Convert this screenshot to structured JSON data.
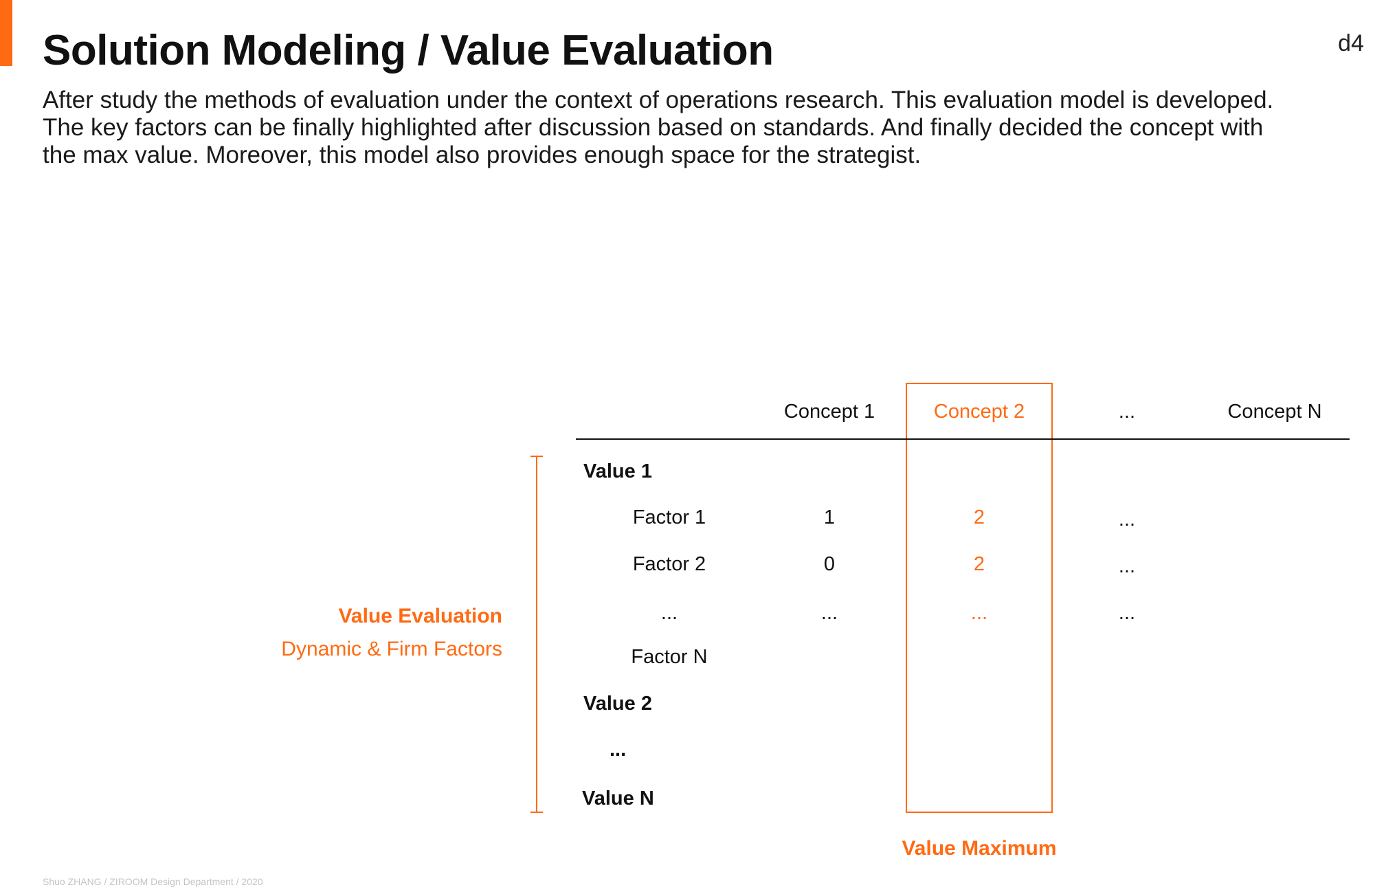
{
  "header": {
    "title": "Solution Modeling / Value Evaluation",
    "page_number": "d4"
  },
  "intro": {
    "lines": [
      "After study the methods of evaluation under the context of operations research. This evaluation model is developed.",
      "The key factors can be finally highlighted after discussion based on standards. And finally decided the concept with",
      "the max value. Moreover, this model also provides enough space for the strategist."
    ]
  },
  "side_label": {
    "title": "Value Evaluation",
    "subtitle": "Dynamic & Firm Factors"
  },
  "matrix": {
    "columns": [
      "Concept 1",
      "Concept 2",
      "...",
      "Concept N"
    ],
    "rows": {
      "value1": "Value 1",
      "factor1": {
        "label": "Factor 1",
        "cells": [
          "1",
          "2",
          "..."
        ]
      },
      "factor2": {
        "label": "Factor 2",
        "cells": [
          "0",
          "2",
          "..."
        ]
      },
      "ellipsis": {
        "label": "...",
        "cells": [
          "...",
          "...",
          "..."
        ]
      },
      "factorN": "Factor N",
      "value2": "Value 2",
      "value_ellipsis": "...",
      "valueN": "Value N"
    },
    "highlight_label": "Value Maximum"
  },
  "colors": {
    "accent": "#ff6a13",
    "text": "#111111"
  },
  "footer": {
    "credit": "Shuo ZHANG / ZIROOM Design Department / 2020"
  }
}
